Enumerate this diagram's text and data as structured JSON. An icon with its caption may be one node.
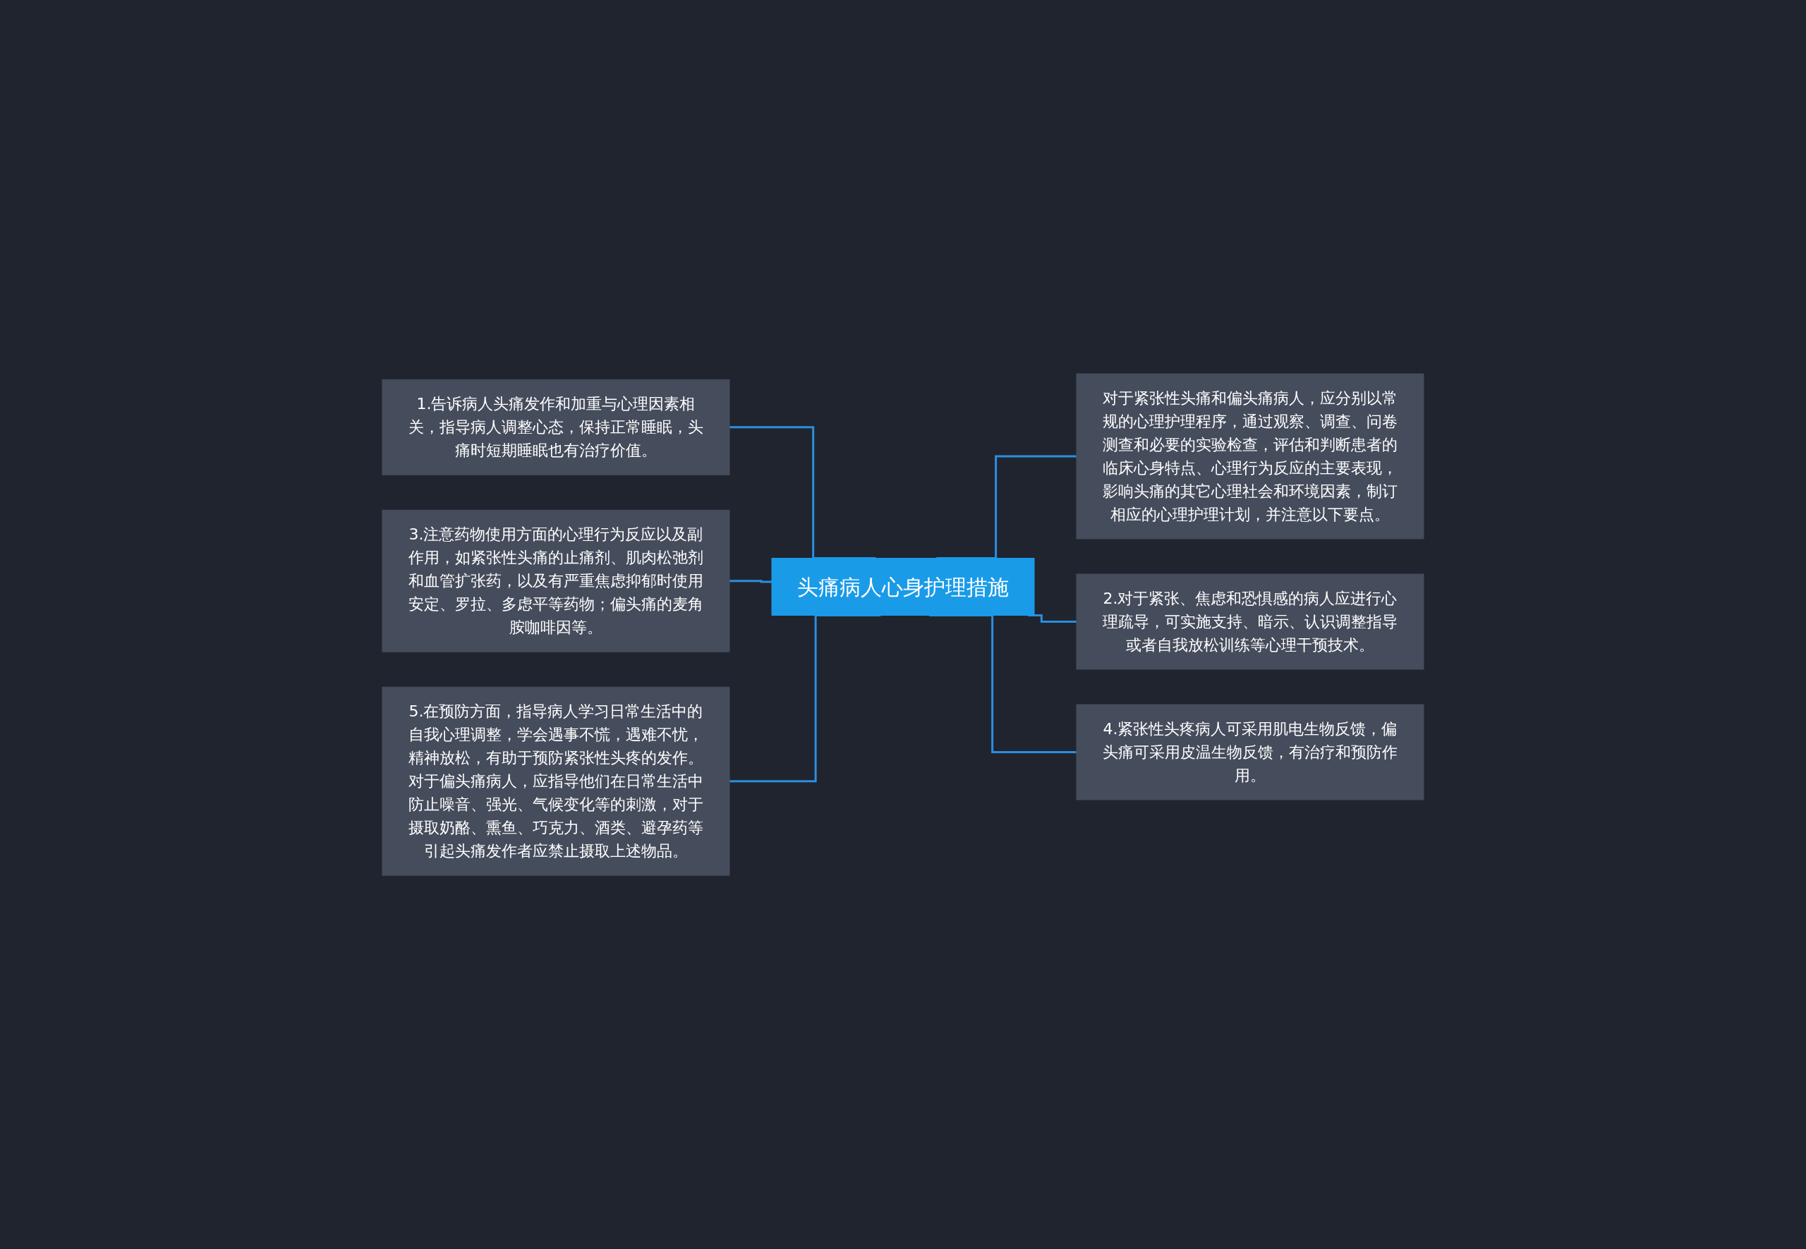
{
  "diagram": {
    "nodes": [
      {
        "text": [
          "头痛病人心身护理措施"
        ]
      },
      {
        "text": [
          "1.告诉病人头痛发作和加重与心理因素相关，指导病人调整心态，保持正常睡眠，头痛时短期睡眠也有治疗价值。"
        ]
      },
      {
        "text": [
          "3.注意药物使用方面的心理行为反应以及副作用，如紧张性头痛的止痛剂、肌肉松弛剂和血管扩张药，以及有严重焦虑抑郁时使用安定、罗拉、多虑平等药物；偏头痛的麦角胺咖啡因等。"
        ]
      },
      {
        "text": [
          "5.在预防方面，指导病人学习日常生活中的自我心理调整，学会遇事不慌，遇难不忧，精神放松，有助于预防紧张性头疼的发作。对于偏头痛病人，应指导他们在日常生活中防止噪音、强光、气候变化等的刺激，对于摄取奶酪、熏鱼、巧克力、酒类、避孕药等引起头痛发作者应禁止摄取上述物品。"
        ]
      },
      {
        "text": [
          "对于紧张性头痛和偏头痛病人，应分别以常规的心理护理程序，通过观察、调查、问卷测查和必要的实验检查，评估和判断患者的临床心身特点、心理行为反应的主要表现，影响头痛的其它心理社会和环境因素，制订相应的心理护理计划，并注意以下要点。"
        ]
      },
      {
        "text": [
          "2.对于紧张、焦虑和恐惧感的病人应进行心理疏导，可实施支持、暗示、认识调整指导或者自我放松训练等心理干预技术。"
        ]
      },
      {
        "text": [
          "4.紧张性头疼病人可采用肌电生物反馈，偏头痛可采用皮温生物反馈，有治疗和预防作用。"
        ]
      }
    ],
    "edges": [
      {
        "from": 0,
        "to": 1,
        "arrow": "none"
      },
      {
        "from": 0,
        "to": 2,
        "arrow": "none"
      },
      {
        "from": 0,
        "to": 3,
        "arrow": "none"
      },
      {
        "from": 0,
        "to": 4,
        "arrow": "none"
      },
      {
        "from": 0,
        "to": 5,
        "arrow": "none"
      },
      {
        "from": 0,
        "to": 6,
        "arrow": "none"
      }
    ]
  }
}
